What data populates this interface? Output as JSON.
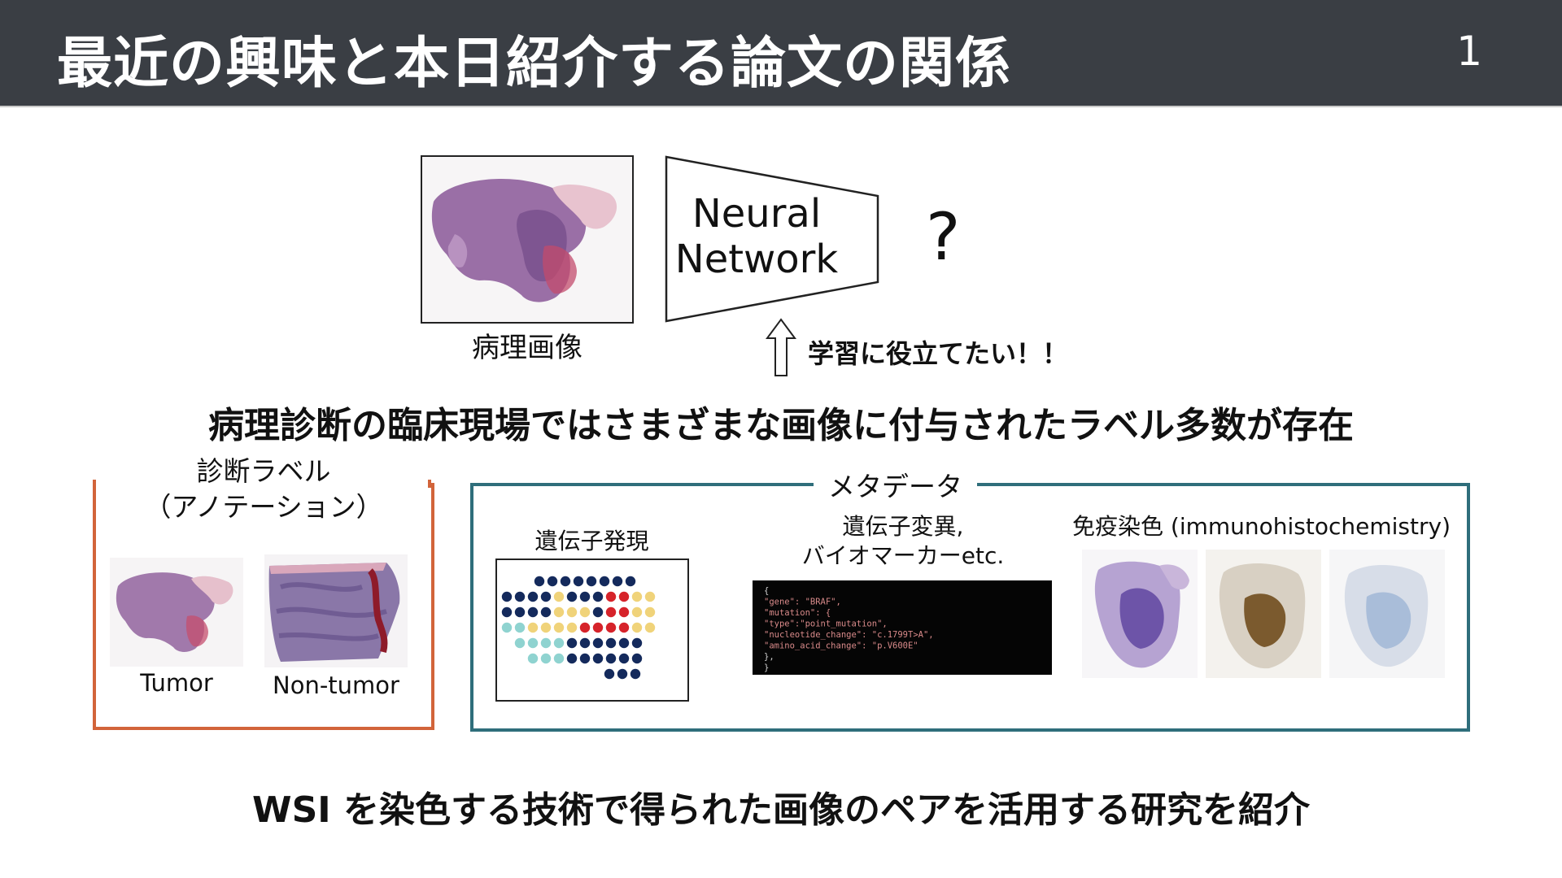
{
  "header": {
    "title": "最近の興味と本日紹介する論文の関係",
    "page_number": "1",
    "bg_color": "#3a3e44"
  },
  "top": {
    "image_caption": "病理画像",
    "network_label_line1": "Neural",
    "network_label_line2": "Network",
    "question_mark": "?",
    "arrow_icon": "up-arrow-icon",
    "useful_text": "学習に役立てたい！！"
  },
  "headline": "病理診断の臨床現場ではさまざまな画像に付与されたラベル多数が存在",
  "annotation": {
    "title_line1": "診断ラベル",
    "title_line2": "（アノテーション）",
    "tumor_caption": "Tumor",
    "nontumor_caption": "Non-tumor",
    "border_color": "#d2643a"
  },
  "metadata": {
    "title": "メタデータ",
    "border_color": "#2f6e7b",
    "expression_title": "遺伝子発現",
    "mutation_title_line1": "遺伝子変異,",
    "mutation_title_line2": "バイオマーカーetc.",
    "ihc_title": "免疫染色 (immunohistochemistry)",
    "code_lines": [
      "{",
      "  \"gene\": \"BRAF\",",
      "  \"mutation\": {",
      "    \"type\":\"point_mutation\",",
      "    \"nucleotide_change\": \"c.1799T>A\",",
      "    \"amino_acid_change\": \"p.V600E\"",
      "  },",
      "}"
    ],
    "dot_colors": {
      "navy": "#142a5c",
      "yellow": "#f0d37a",
      "red": "#d6232a",
      "teal": "#8fd3d0"
    }
  },
  "footer": "WSI を染色する技術で得られた画像のペアを活用する研究を紹介"
}
